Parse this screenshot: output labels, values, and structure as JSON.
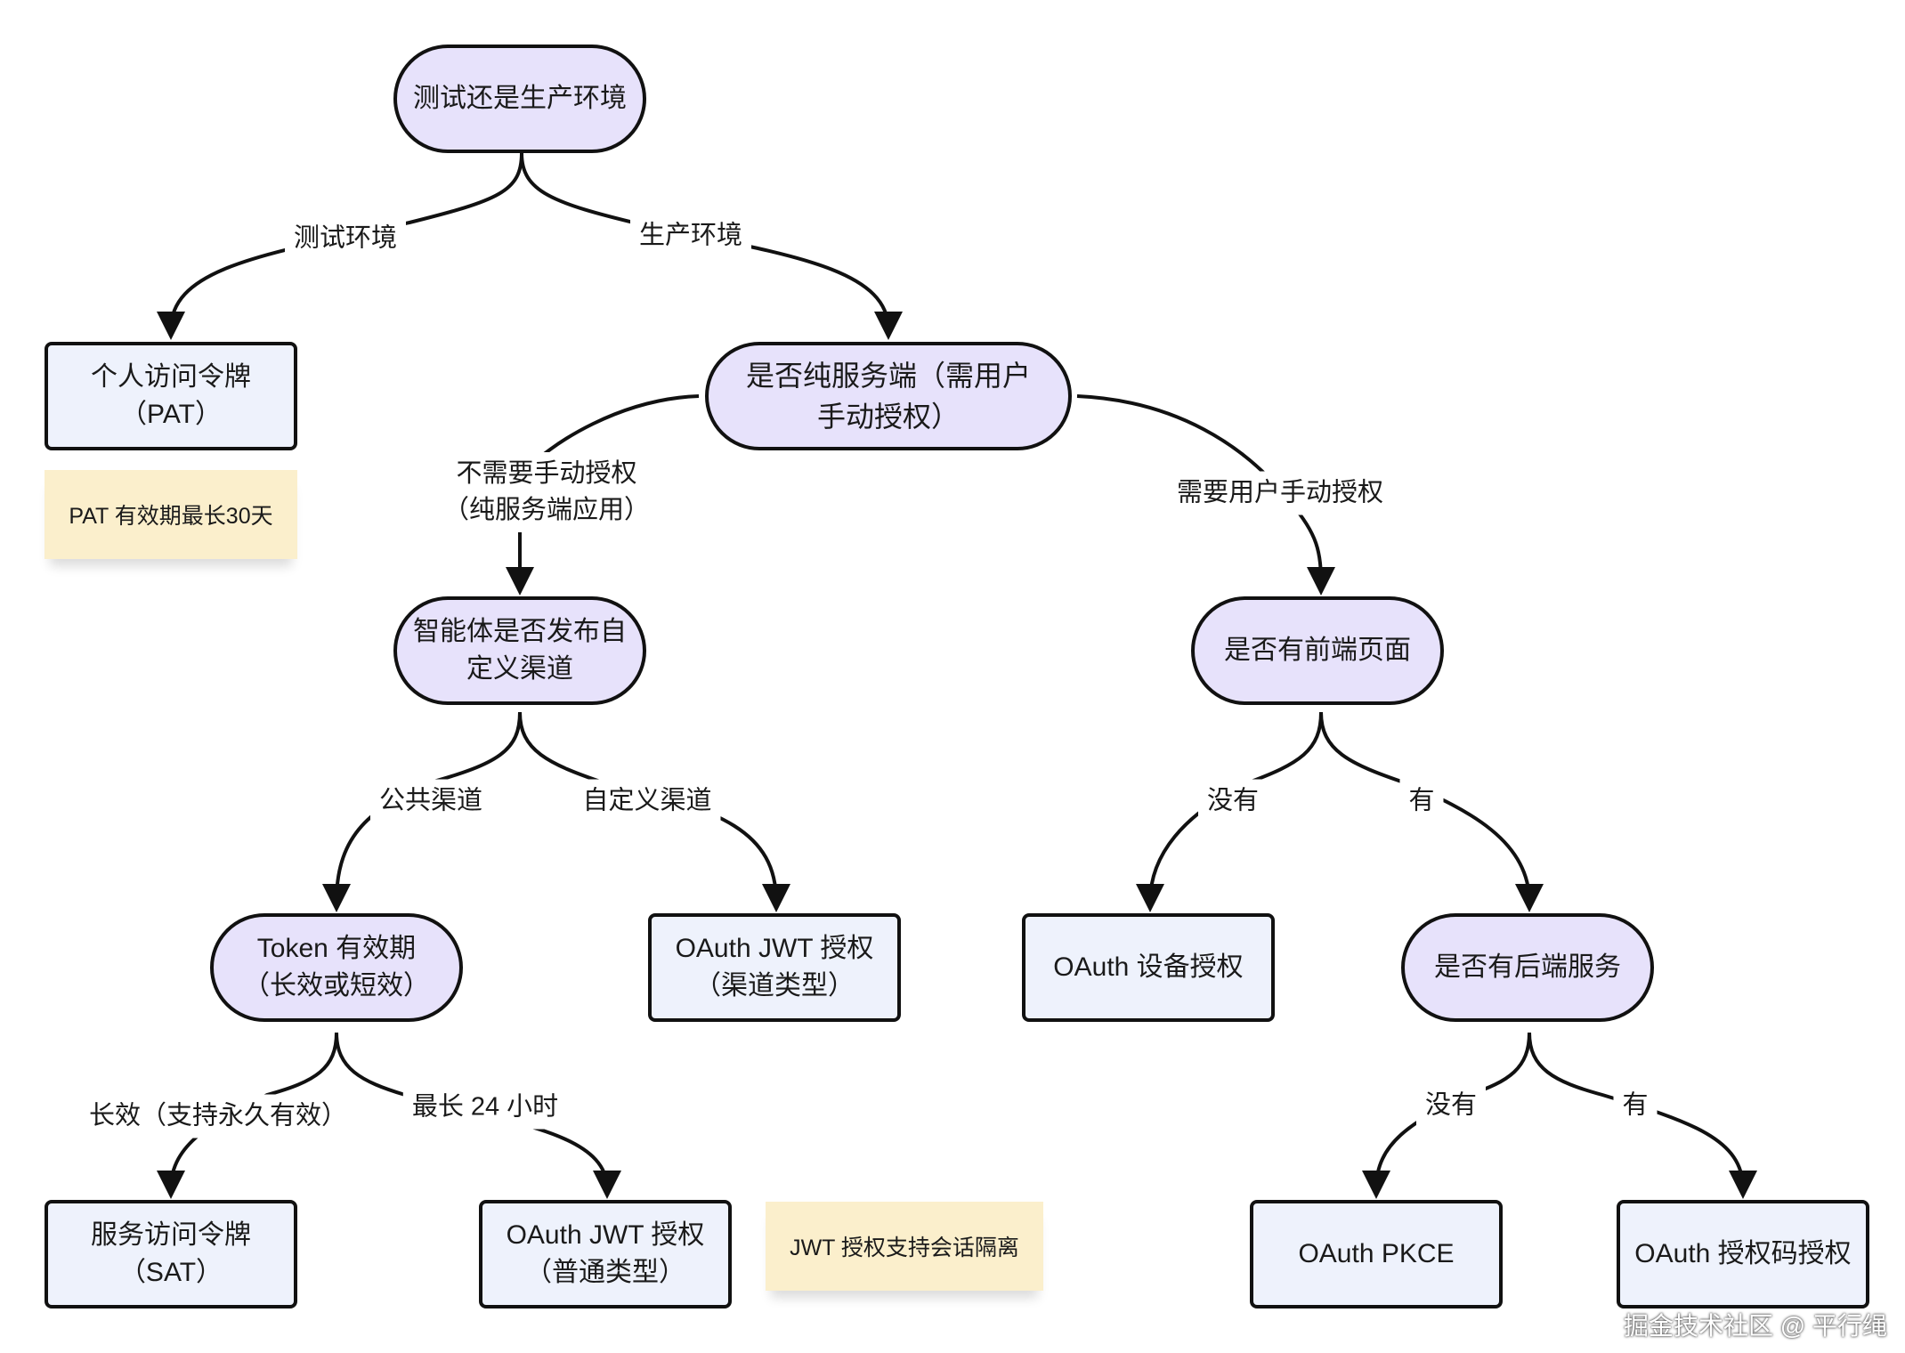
{
  "nodes": {
    "root": "测试还是生产环境",
    "pat": "个人访问令牌\n（PAT）",
    "server_only": "是否纯服务端（需用户\n手动授权）",
    "agent_channel": "智能体是否发布自\n定义渠道",
    "frontend": "是否有前端页面",
    "token_validity": "Token 有效期\n（长效或短效）",
    "jwt_channel": "OAuth JWT 授权\n（渠道类型）",
    "device_auth": "OAuth 设备授权",
    "backend": "是否有后端服务",
    "sat": "服务访问令牌\n（SAT）",
    "jwt_normal": "OAuth JWT 授权\n（普通类型）",
    "pkce": "OAuth PKCE",
    "auth_code": "OAuth 授权码授权"
  },
  "edge_labels": {
    "test_env": "测试环境",
    "prod_env": "生产环境",
    "no_manual": "不需要手动授权\n（纯服务端应用）",
    "need_manual": "需要用户手动授权",
    "public_channel": "公共渠道",
    "custom_channel": "自定义渠道",
    "long_term": "长效（支持永久有效）",
    "max_24h": "最长 24 小时",
    "frontend_no": "没有",
    "frontend_yes": "有",
    "backend_no": "没有",
    "backend_yes": "有"
  },
  "notes": {
    "pat_note": "PAT 有效期最长30天",
    "jwt_note": "JWT 授权支持会话隔离"
  },
  "watermark": "掘金技术社区 @ 平行绳",
  "colors": {
    "decision_fill": "#e7e2fb",
    "result_fill": "#eef2fc",
    "note_fill": "#fbefcc",
    "stroke": "#111111"
  }
}
